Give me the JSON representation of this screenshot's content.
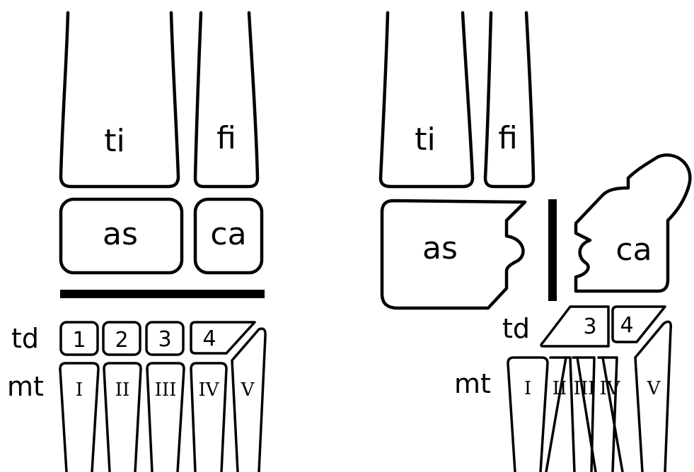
{
  "left_panel": {
    "tibia": "ti",
    "fibula": "fi",
    "astragalus": "as",
    "calcaneum": "ca",
    "tarsal_row_label": "td",
    "metatarsal_row_label": "mt",
    "distal_tarsals": [
      "1",
      "2",
      "3",
      "4"
    ],
    "metatarsals": [
      "I",
      "II",
      "III",
      "IV",
      "V"
    ]
  },
  "right_panel": {
    "tibia": "ti",
    "fibula": "fi",
    "astragalus": "as",
    "calcaneum": "ca",
    "tarsal_row_label": "td",
    "metatarsal_row_label": "mt",
    "distal_tarsals": [
      "3",
      "4"
    ],
    "metatarsals": [
      "I",
      "II",
      "III",
      "IV",
      "V"
    ]
  }
}
